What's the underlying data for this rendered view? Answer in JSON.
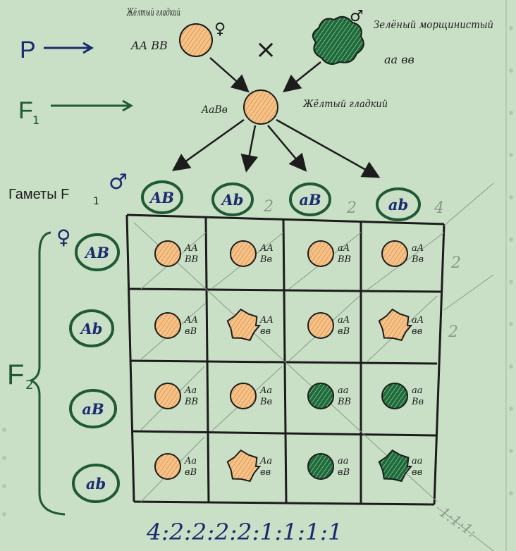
{
  "parents": {
    "p_label": "P",
    "female_desc": "Жёлтый гладкий",
    "female_genotype": "AA BB",
    "male_desc": "Зелёный морщинистый",
    "male_genotype": "aa вв",
    "cross_symbol": "×",
    "female_symbol": "♀",
    "male_symbol": "♂"
  },
  "f1": {
    "label": "F",
    "sub": "1",
    "genotype": "AaBв",
    "desc": "Жёлтый гладкий"
  },
  "gametes": {
    "label": "Гаметы F",
    "sub": "1",
    "male_symbol": "♂",
    "female_symbol": "♀",
    "columns": [
      "AB",
      "Ab",
      "aB",
      "ab"
    ],
    "rows": [
      "AB",
      "Ab",
      "aB",
      "ab"
    ]
  },
  "annotations": {
    "col_counts": [
      "2",
      "2",
      "4"
    ],
    "row_counts": [
      "2",
      "2"
    ],
    "f2_label": "F",
    "f2_sub": "2",
    "corner_ratio": "1:1:1:"
  },
  "grid": {
    "cells": [
      [
        {
          "g1": "AA",
          "g2": "BB",
          "phenotype": "yellow-smooth"
        },
        {
          "g1": "AA",
          "g2": "Bв",
          "phenotype": "yellow-smooth"
        },
        {
          "g1": "aA",
          "g2": "BB",
          "phenotype": "yellow-smooth"
        },
        {
          "g1": "aA",
          "g2": "Bв",
          "phenotype": "yellow-smooth"
        }
      ],
      [
        {
          "g1": "AA",
          "g2": "вB",
          "phenotype": "yellow-smooth"
        },
        {
          "g1": "AA",
          "g2": "вв",
          "phenotype": "yellow-wrinkled"
        },
        {
          "g1": "aA",
          "g2": "вB",
          "phenotype": "yellow-smooth"
        },
        {
          "g1": "aA",
          "g2": "вв",
          "phenotype": "yellow-wrinkled"
        }
      ],
      [
        {
          "g1": "Aa",
          "g2": "BB",
          "phenotype": "yellow-smooth"
        },
        {
          "g1": "Aa",
          "g2": "Bв",
          "phenotype": "yellow-smooth"
        },
        {
          "g1": "aa",
          "g2": "BB",
          "phenotype": "green-smooth"
        },
        {
          "g1": "aa",
          "g2": "Bв",
          "phenotype": "green-smooth"
        }
      ],
      [
        {
          "g1": "Aa",
          "g2": "вB",
          "phenotype": "yellow-smooth"
        },
        {
          "g1": "Aa",
          "g2": "вв",
          "phenotype": "yellow-wrinkled"
        },
        {
          "g1": "aa",
          "g2": "вB",
          "phenotype": "green-smooth"
        },
        {
          "g1": "aa",
          "g2": "вв",
          "phenotype": "green-wrinkled"
        }
      ]
    ]
  },
  "ratio": "4:2:2:2:2:1:1:1:1",
  "colors": {
    "paper": "#c9dfc6",
    "ink_blue": "#1a2b6e",
    "ink_green": "#1f5a35",
    "ink_black": "#1c1c1c",
    "pea_yellow": "#f2c48c",
    "pea_orange": "#ee8a3c",
    "pea_green": "#1d6b3a",
    "pencil": "#8a9a8a"
  }
}
